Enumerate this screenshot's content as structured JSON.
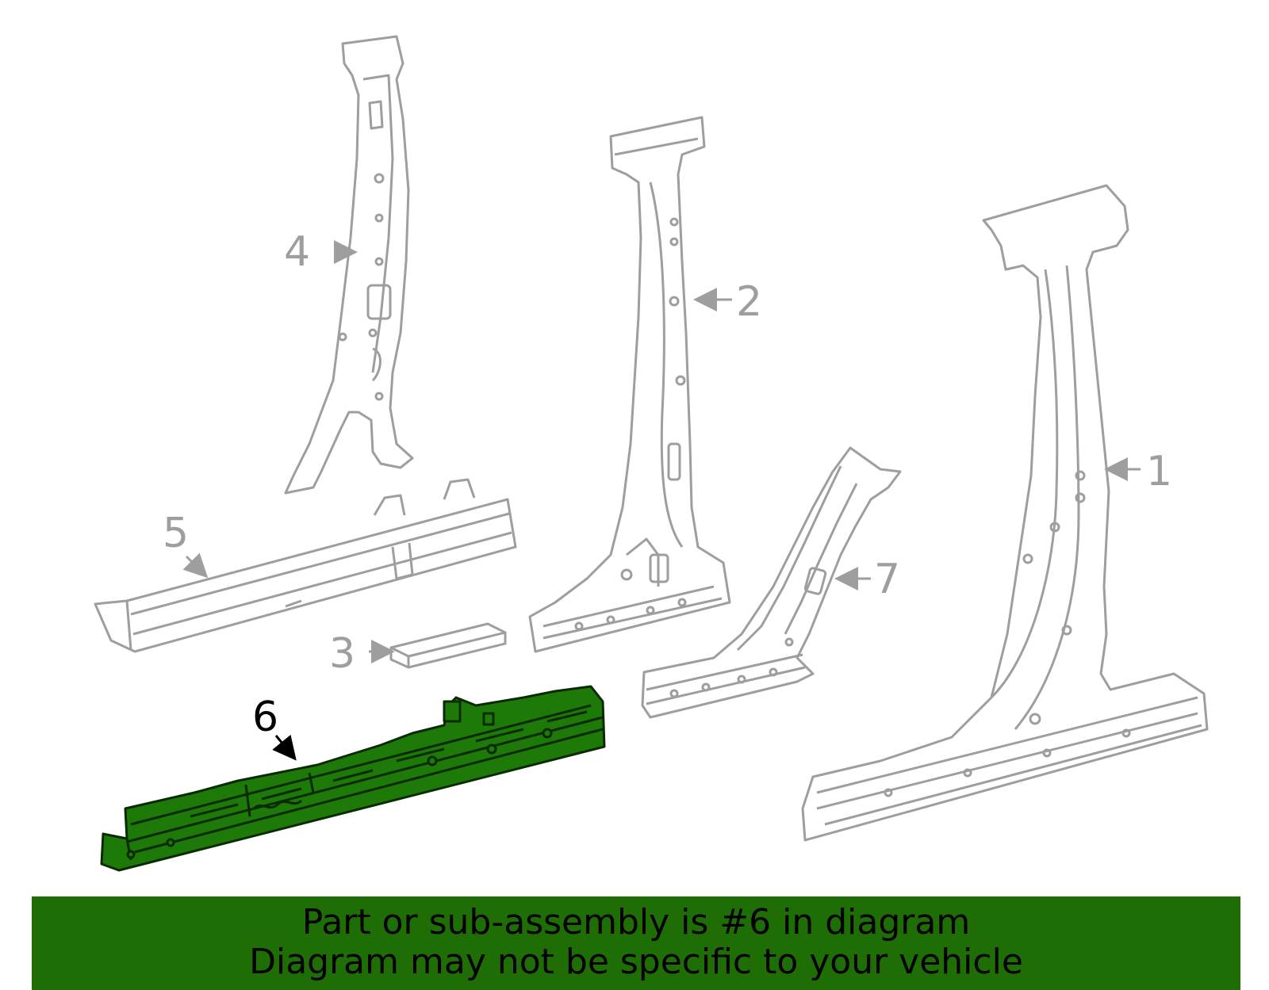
{
  "colors": {
    "outline": "#9e9e9e",
    "highlight_fill": "#1e7a08",
    "highlight_stroke": "#0a2a00",
    "banner_bg": "#1e6e05",
    "banner_text": "#000000",
    "highlight_label": "#000000"
  },
  "callouts": [
    {
      "id": "1",
      "label": "1"
    },
    {
      "id": "2",
      "label": "2"
    },
    {
      "id": "3",
      "label": "3"
    },
    {
      "id": "4",
      "label": "4"
    },
    {
      "id": "5",
      "label": "5"
    },
    {
      "id": "6",
      "label": "6",
      "highlighted": true
    },
    {
      "id": "7",
      "label": "7"
    }
  ],
  "banner": {
    "line1": "Part or sub-assembly is #6 in diagram",
    "line2": "Diagram may not be specific to your vehicle"
  }
}
